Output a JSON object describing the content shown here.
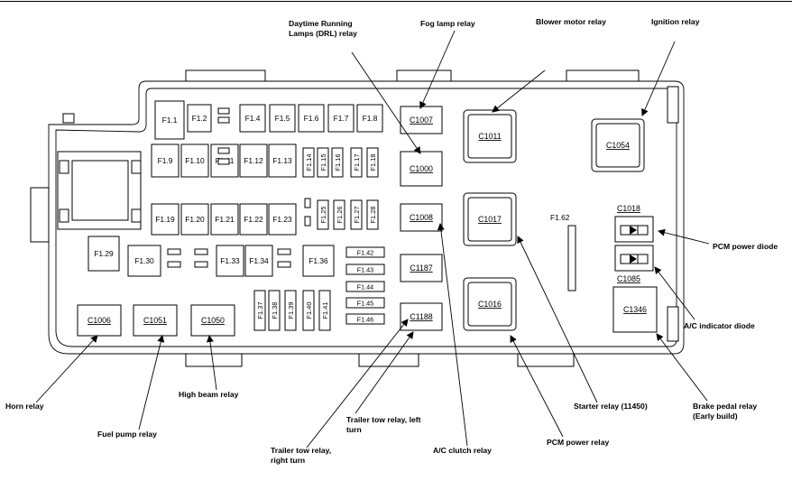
{
  "fuses": [
    "F1.1",
    "F1.2",
    "F1.4",
    "F1.5",
    "F1.6",
    "F1.7",
    "F1.8",
    "F1.9",
    "F1.10",
    "F1.11",
    "F1.12",
    "F1.13",
    "F1.14",
    "F1.15",
    "F1.16",
    "F1.17",
    "F1.18",
    "F1.19",
    "F1.20",
    "F1.21",
    "F1.22",
    "F1.23",
    "F1.25",
    "F1.26",
    "F1.27",
    "F1.28",
    "F1.29",
    "F1.30",
    "F1.33",
    "F1.34",
    "F1.36",
    "F1.37",
    "F1.38",
    "F1.39",
    "F1.40",
    "F1.41",
    "F1.42",
    "F1.43",
    "F1.44",
    "F1.45",
    "F1.46",
    "F1.62"
  ],
  "connectors": [
    "C1007",
    "C1000",
    "C1008",
    "C1187",
    "C1188",
    "C1011",
    "C1017",
    "C1016",
    "C1054",
    "C1018",
    "C1085",
    "C1346",
    "C1006",
    "C1051",
    "C1050"
  ],
  "callouts": [
    {
      "name": "drl-relay-label",
      "lines": [
        "Daytime Running",
        "Lamps (DRL) relay"
      ]
    },
    {
      "name": "fog-lamp-relay-label",
      "lines": [
        "Fog lamp relay"
      ]
    },
    {
      "name": "blower-motor-relay-label",
      "lines": [
        "Blower motor relay"
      ]
    },
    {
      "name": "ignition-relay-label",
      "lines": [
        "Ignition relay"
      ]
    },
    {
      "name": "pcm-power-diode-label",
      "lines": [
        "PCM power diode"
      ]
    },
    {
      "name": "ac-indicator-diode-label",
      "lines": [
        "A/C indicator diode"
      ]
    },
    {
      "name": "brake-pedal-relay-label",
      "lines": [
        "Brake pedal relay",
        "(Early build)"
      ]
    },
    {
      "name": "starter-relay-label",
      "lines": [
        "Starter relay (11450)"
      ]
    },
    {
      "name": "pcm-power-relay-label",
      "lines": [
        "PCM power relay"
      ]
    },
    {
      "name": "ac-clutch-relay-label",
      "lines": [
        "A/C clutch relay"
      ]
    },
    {
      "name": "trailer-tow-left-label",
      "lines": [
        "Trailer tow relay, left",
        "turn"
      ]
    },
    {
      "name": "trailer-tow-right-label",
      "lines": [
        "Trailer tow relay,",
        "right turn"
      ]
    },
    {
      "name": "high-beam-relay-label",
      "lines": [
        "High beam relay"
      ]
    },
    {
      "name": "fuel-pump-relay-label",
      "lines": [
        "Fuel pump relay"
      ]
    },
    {
      "name": "horn-relay-label",
      "lines": [
        "Horn relay"
      ]
    }
  ]
}
